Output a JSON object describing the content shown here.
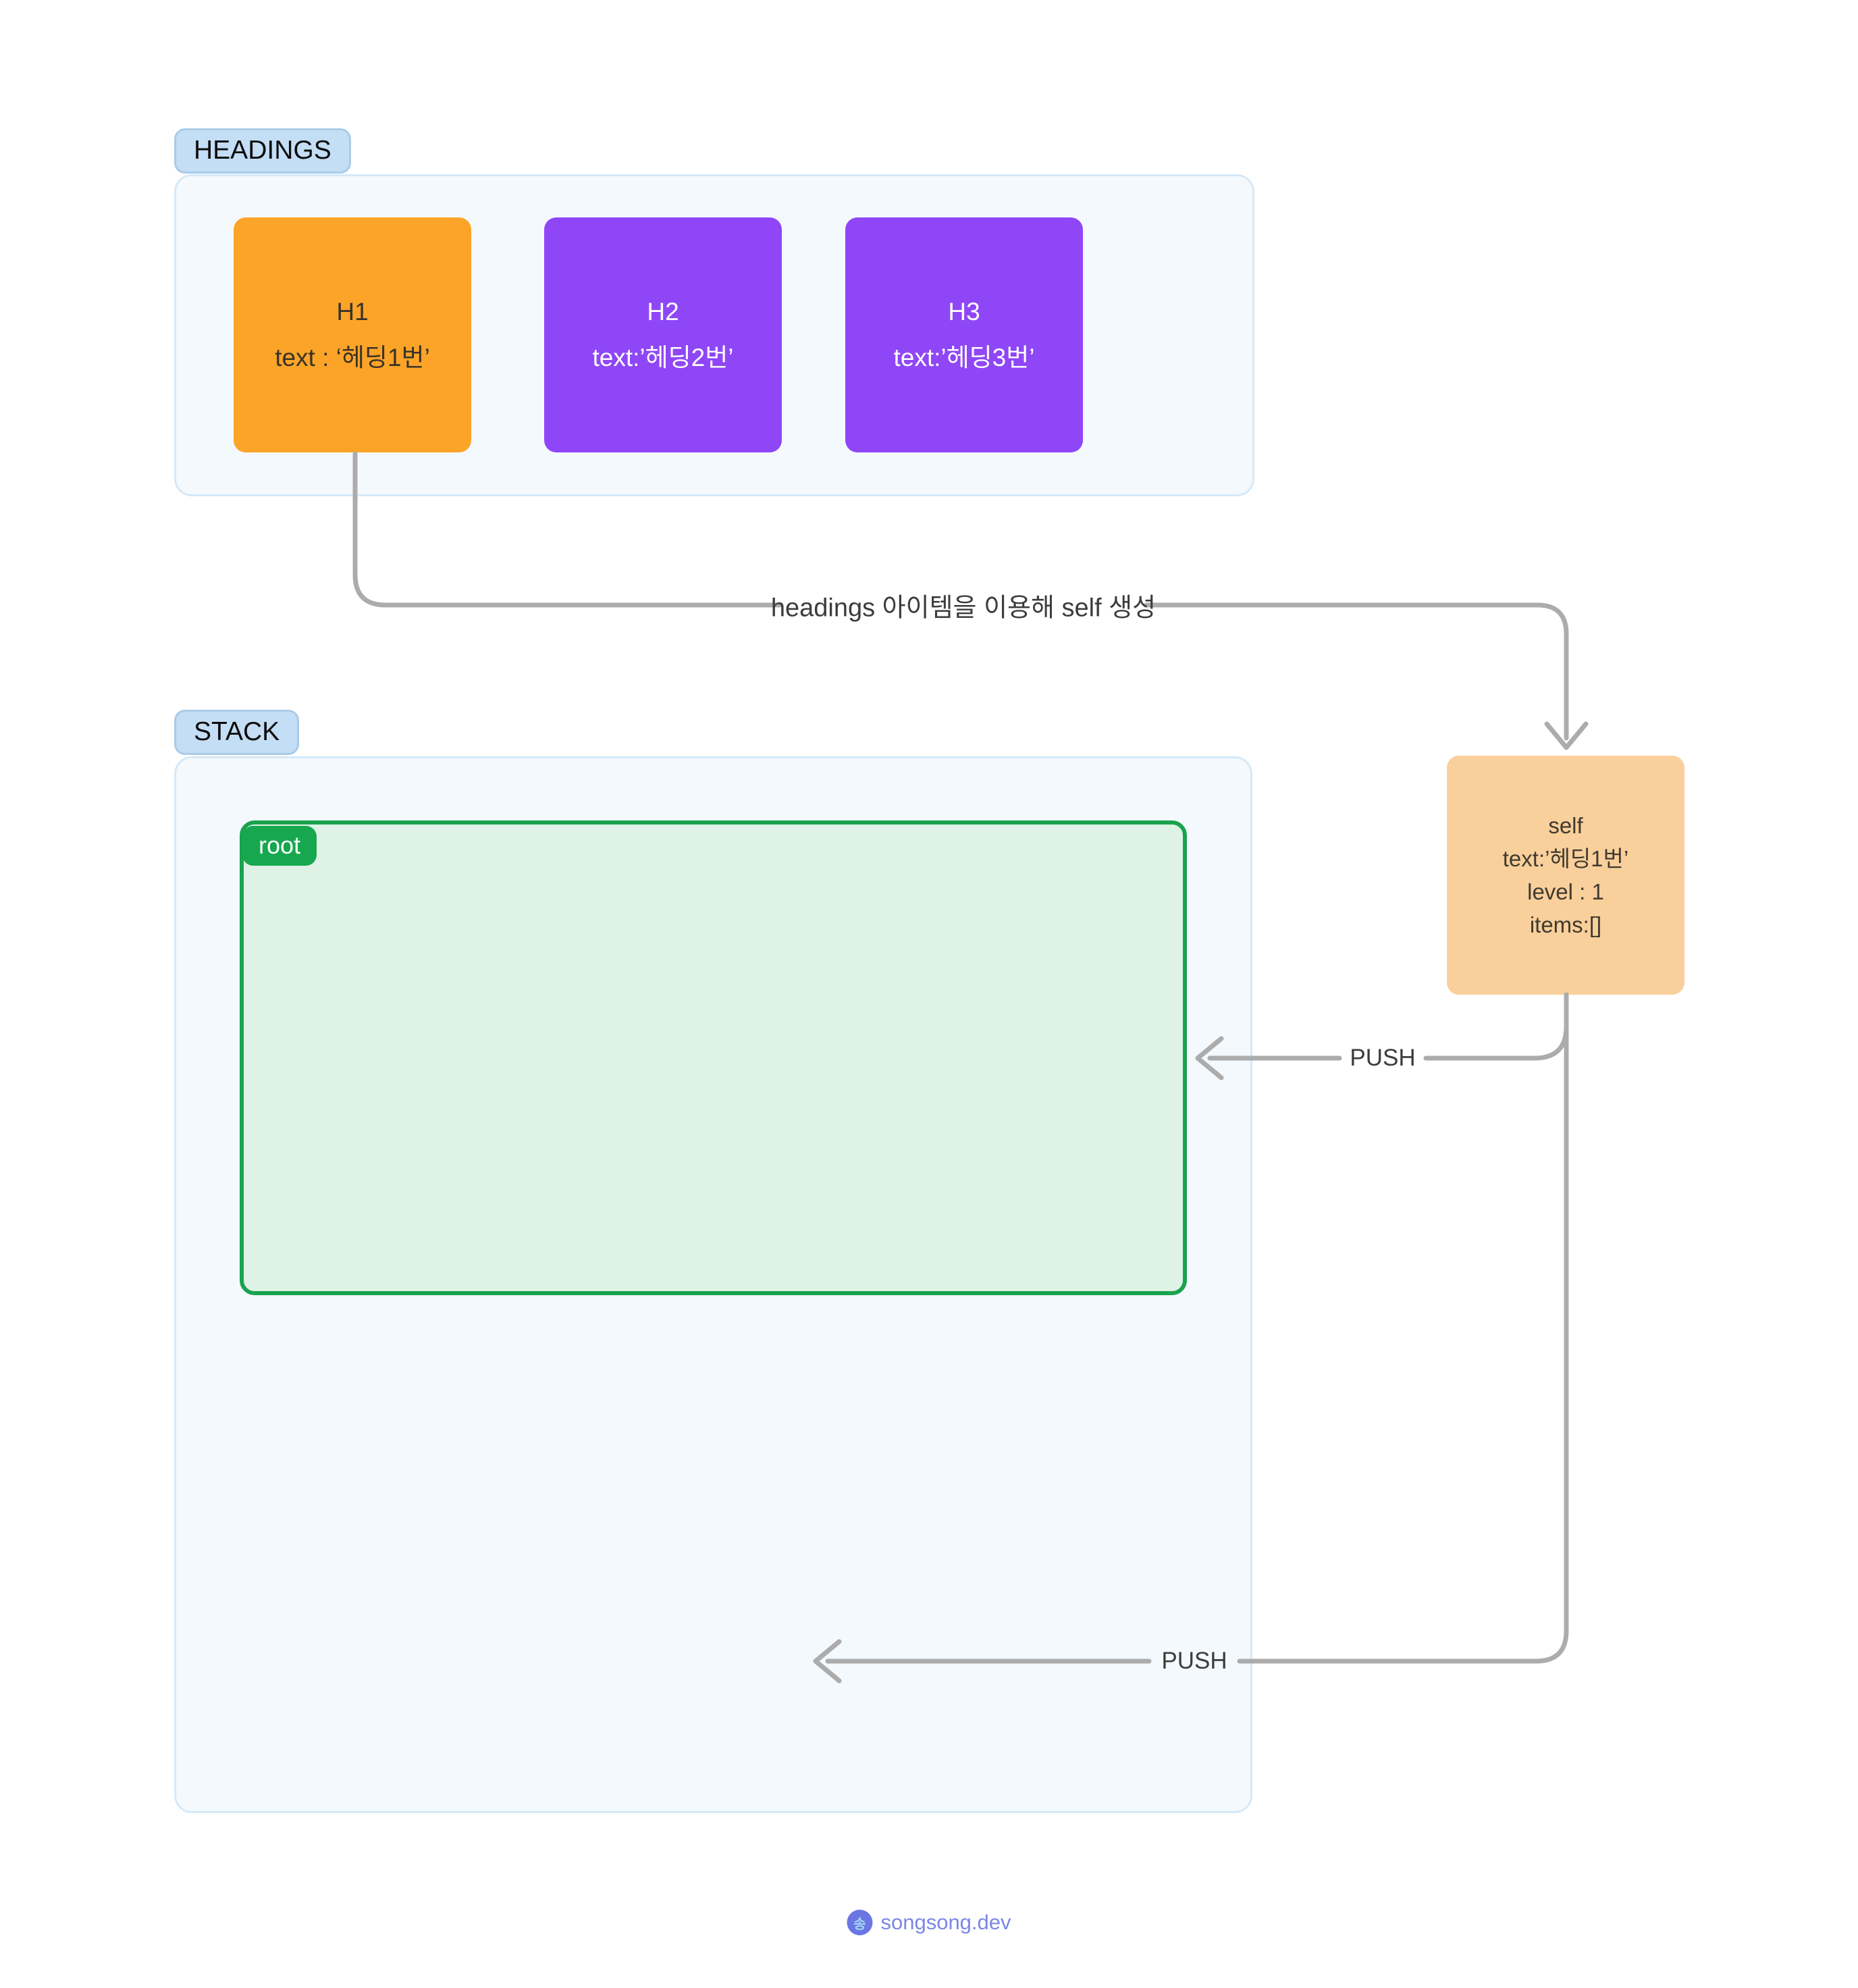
{
  "headings_section": {
    "badge": "HEADINGS",
    "cards": [
      {
        "title": "H1",
        "subtitle": "text : ‘헤딩1번’"
      },
      {
        "title": "H2",
        "subtitle": "text:’헤딩2번’"
      },
      {
        "title": "H3",
        "subtitle": "text:’헤딩3번’"
      }
    ]
  },
  "stack_section": {
    "badge": "STACK",
    "root_badge": "root"
  },
  "self_card": {
    "title": "self",
    "props": [
      "text:’헤딩1번’",
      "level : 1",
      "items:[]"
    ]
  },
  "annotations": {
    "create_self": "headings 아이템을 이용해 self 생성",
    "push_top": "PUSH",
    "push_bottom": "PUSH"
  },
  "footer": {
    "logo_char": "송",
    "site": "songsong.dev"
  },
  "colors": {
    "h1_card": "#FCA427",
    "h2_card": "#8F46F7",
    "h3_card": "#8F46F7",
    "self_card": "#F9CF9B",
    "section_badge_bg": "#C3DEF5",
    "panel_bg": "#F4F9FE",
    "panel_border": "#D5E9F8",
    "root_bg": "#DFF2E6",
    "root_border": "#1AA34E",
    "root_badge_bg": "#17A84F",
    "connector_gray": "#ACACAC",
    "footer_accent": "#7C87E6"
  }
}
